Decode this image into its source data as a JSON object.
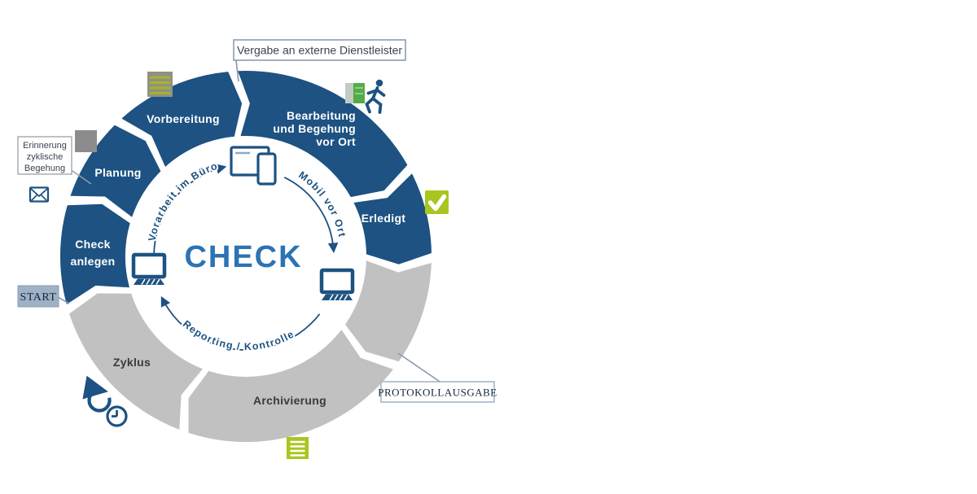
{
  "colors": {
    "segment_blue": "#1d5282",
    "segment_gray": "#c1c1c1",
    "accent_green": "#a8c620",
    "icon_blue": "#1d5282",
    "center_blue": "#2b73b4",
    "callout_border": "#8496ad",
    "start_fill": "#9fb1c5"
  },
  "center": {
    "title": "CHECK"
  },
  "segments": {
    "bearbeitung": {
      "line1": "Bearbeitung",
      "line2": "und  Begehung",
      "line3": "vor Ort"
    },
    "erledigt": {
      "label": "Erledigt"
    },
    "archivierung": {
      "label": "Archivierung"
    },
    "zyklus": {
      "label": "Zyklus"
    },
    "check_anlegen": {
      "line1": "Check",
      "line2": "anlegen"
    },
    "planung": {
      "label": "Planung"
    },
    "vorbereitung": {
      "label": "Vorbereitung"
    }
  },
  "flow_labels": {
    "vorarbeit": "Vorarbeit im Büro",
    "mobil": "Mobil vor Ort",
    "reporting": "Reporting / Kontrolle"
  },
  "callouts": {
    "vergabe": {
      "label": "Vergabe an externe Dienstleister"
    },
    "erinnerung": {
      "line1": "Erinnerung",
      "line2": "zyklische",
      "line3": "Begehung"
    },
    "start": {
      "label": "START"
    },
    "protokoll": {
      "label": "PROTOKOLLAUSGABE"
    }
  },
  "icons": {
    "vorbereitung_notes": "gray-square-with-green-lines",
    "planung_square": "gray-square",
    "erinnerung_mail": "envelope-outline",
    "bearbeitung_app": "gray-green-square",
    "bearbeitung_person": "walking-person",
    "erledigt_check": "green-check-square",
    "archivierung_document": "green-document-with-lines",
    "zyklus_refresh": "circular-arrow",
    "zyklus_clock": "clock",
    "office_monitor": "desktop-monitor",
    "mobile_devices": "tablet-and-phone"
  }
}
